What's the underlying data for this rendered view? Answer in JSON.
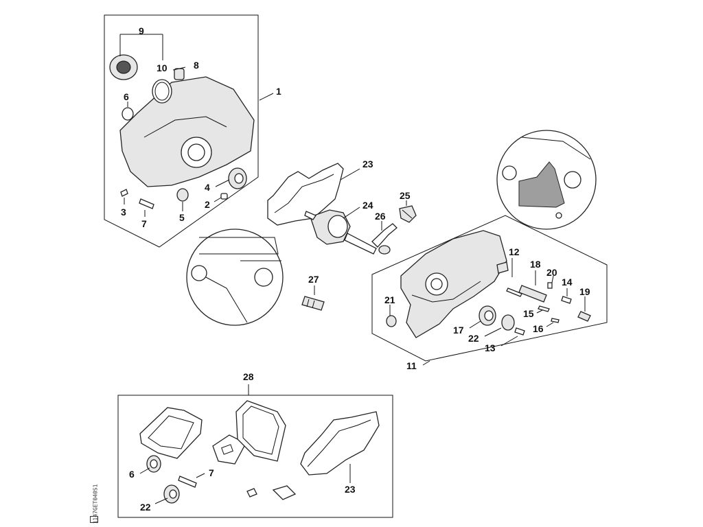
{
  "labels": {
    "p1": "1",
    "p2": "2",
    "p3": "3",
    "p4": "4",
    "p5": "5",
    "p6": "6",
    "p7": "7",
    "p8": "8",
    "p9": "9",
    "p10": "10",
    "p11": "11",
    "p12": "12",
    "p13": "13",
    "p14": "14",
    "p15": "15",
    "p16": "16",
    "p17": "17",
    "p18": "18",
    "p19": "19",
    "p20": "20",
    "p21": "21",
    "p22": "22",
    "p23": "23",
    "p24": "24",
    "p25": "25",
    "p26": "26",
    "p27": "27",
    "p28": "28",
    "k6": "6",
    "k7": "7",
    "k22": "22",
    "k23": "23"
  },
  "side_code": "1147GET040S1",
  "colors": {
    "line": "#111111",
    "detail_fill": "#9e9e9e",
    "background": "#ffffff"
  }
}
